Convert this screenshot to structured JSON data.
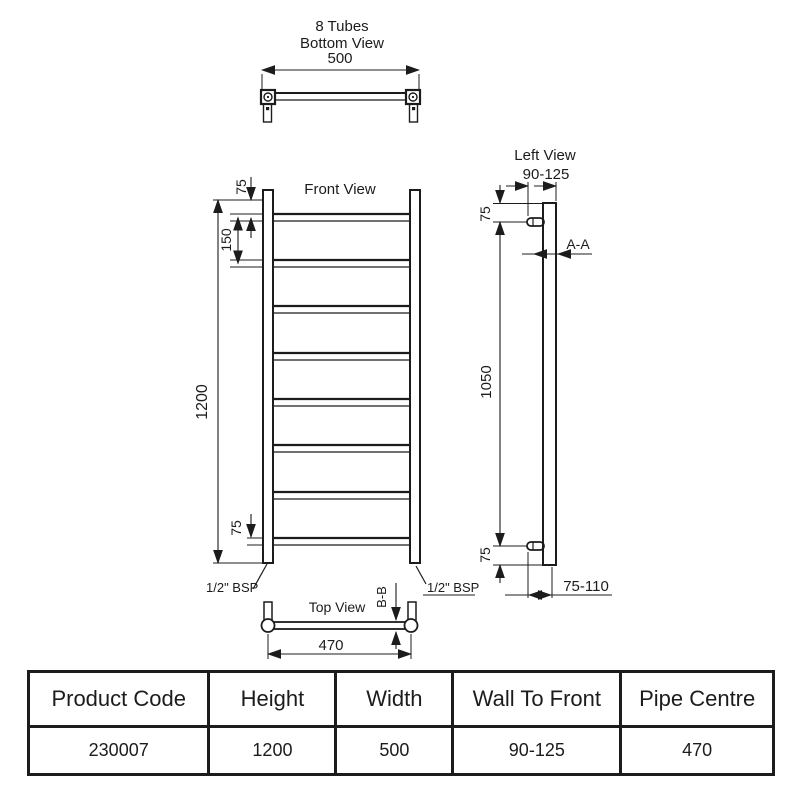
{
  "drawing": {
    "bottom_view": {
      "title_line1": "8 Tubes",
      "title_line2": "Bottom View",
      "width_dim": "500"
    },
    "front_view": {
      "title": "Front View",
      "top_offset_dim": "75",
      "tube_spacing_dim": "150",
      "height_dim": "1200",
      "bottom_offset_dim": "75",
      "left_connection": "1/2\" BSP",
      "right_connection": "1/2\" BSP"
    },
    "left_view": {
      "title": "Left View",
      "wall_to_front_dim": "90-125",
      "top_offset_dim": "75",
      "bracket_span_dim": "1050",
      "bottom_offset_dim": "75",
      "projection_dim": "75-110",
      "section_label": "A-A"
    },
    "top_view": {
      "title": "Top View",
      "pipe_centre_dim": "470",
      "section_label": "B-B"
    }
  },
  "table": {
    "headers": [
      "Product Code",
      "Height",
      "Width",
      "Wall To Front",
      "Pipe Centre"
    ],
    "rows": [
      [
        "230007",
        "1200",
        "500",
        "90-125",
        "470"
      ]
    ]
  },
  "colors": {
    "line": "#1c1c1c",
    "background": "#ffffff"
  }
}
